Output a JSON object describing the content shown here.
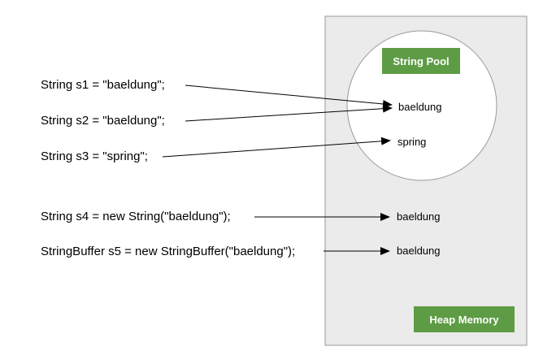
{
  "colors": {
    "heap_fill": "#ebebeb",
    "heap_border": "#999999",
    "pool_fill": "#ffffff",
    "pool_border": "#999999",
    "label_fill": "#5d9c45",
    "label_text": "#ffffff",
    "arrow": "#000000"
  },
  "heap": {
    "label": "Heap Memory"
  },
  "pool": {
    "label": "String Pool",
    "values": {
      "baeldung": "baeldung",
      "spring": "spring"
    }
  },
  "heap_values": {
    "s4": "baeldung",
    "s5": "baeldung"
  },
  "statements": {
    "s1": "String s1 = \"baeldung\";",
    "s2": "String s2 = \"baeldung\";",
    "s3": "String s3 = \"spring\";",
    "s4": "String s4 = new String(\"baeldung\");",
    "s5": "StringBuffer s5 = new StringBuffer(\"baeldung\");"
  }
}
